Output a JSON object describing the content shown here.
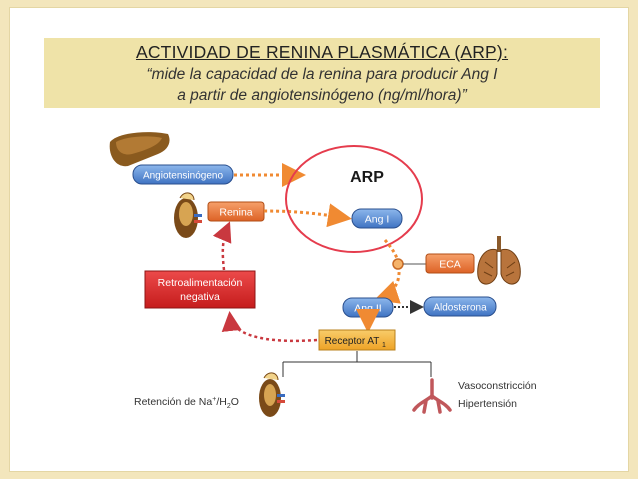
{
  "title": {
    "heading": "ACTIVIDAD DE RENINA PLASMÁTICA (ARP):",
    "line1": "“mide la capacidad de la renina para producir Ang I",
    "line2": "a partir de angiotensinógeno (ng/ml/hora)”"
  },
  "diagram": {
    "angiotensinogen": "Angiotensinógeno",
    "renin": "Renina",
    "arp": "ARP",
    "ang1": "Ang I",
    "eca": "ECA",
    "ang2": "Ang II",
    "aldosterone": "Aldosterona",
    "feedback_line1": "Retroalimentación",
    "feedback_line2": "negativa",
    "receptor": "Receptor AT",
    "receptor_sub": "1",
    "retention_pre": "Retención de Na",
    "retention_sup": "+",
    "retention_mid": "/H",
    "retention_sub": "2",
    "retention_post": "O",
    "vasoconstriction": "Vasoconstricción",
    "hypertension": "Hipertensión"
  },
  "colors": {
    "blue_box": "#5b8fd6",
    "orange_box": "#ea7a3c",
    "red_box": "#d92b2b",
    "yellow_box": "#f4b63b",
    "arrow_orange": "#f08a32",
    "arrow_red": "#c9383f",
    "circle_red": "#e53c4d"
  }
}
